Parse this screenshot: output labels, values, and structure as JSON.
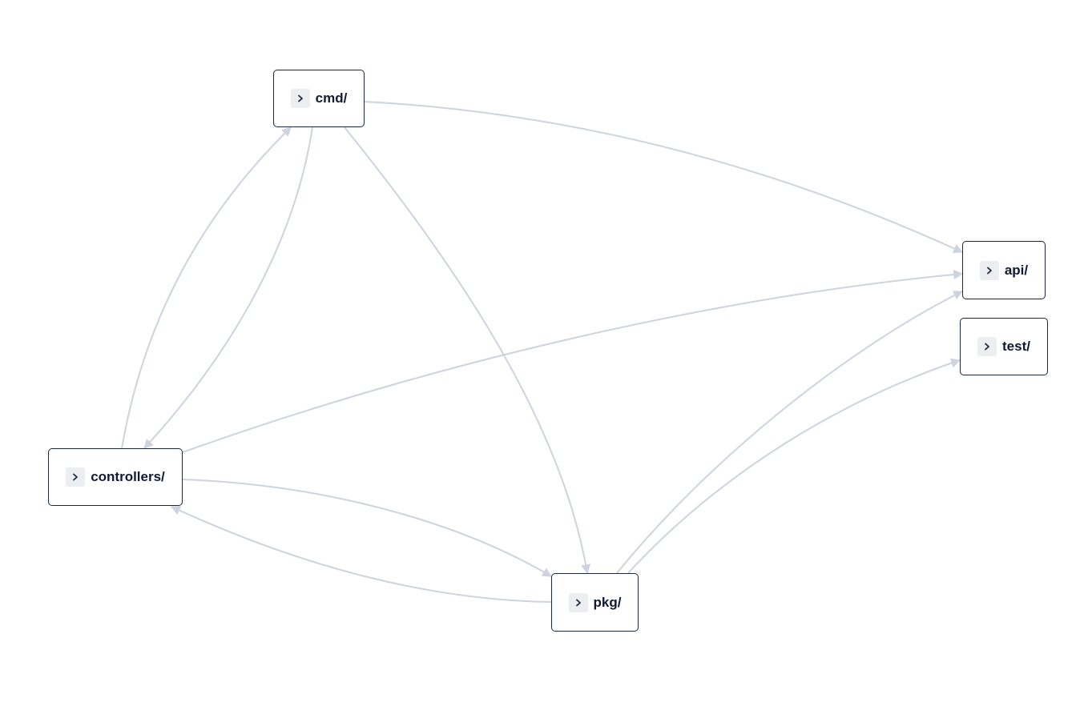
{
  "nodes": {
    "cmd": {
      "label": "cmd/"
    },
    "api": {
      "label": "api/"
    },
    "test": {
      "label": "test/"
    },
    "controllers": {
      "label": "controllers/"
    },
    "pkg": {
      "label": "pkg/"
    }
  },
  "edges": [
    {
      "from": "cmd",
      "to": "api"
    },
    {
      "from": "cmd",
      "to": "controllers"
    },
    {
      "from": "cmd",
      "to": "pkg"
    },
    {
      "from": "controllers",
      "to": "cmd"
    },
    {
      "from": "controllers",
      "to": "api"
    },
    {
      "from": "controllers",
      "to": "pkg"
    },
    {
      "from": "pkg",
      "to": "controllers"
    },
    {
      "from": "pkg",
      "to": "api"
    },
    {
      "from": "pkg",
      "to": "test"
    }
  ],
  "icons": {
    "expand": "chevron-right-icon"
  },
  "colors": {
    "edge": "#cdd3df",
    "node_border": "#1a2540",
    "node_text": "#0f1a33",
    "chevron_bg": "#eceef2"
  }
}
